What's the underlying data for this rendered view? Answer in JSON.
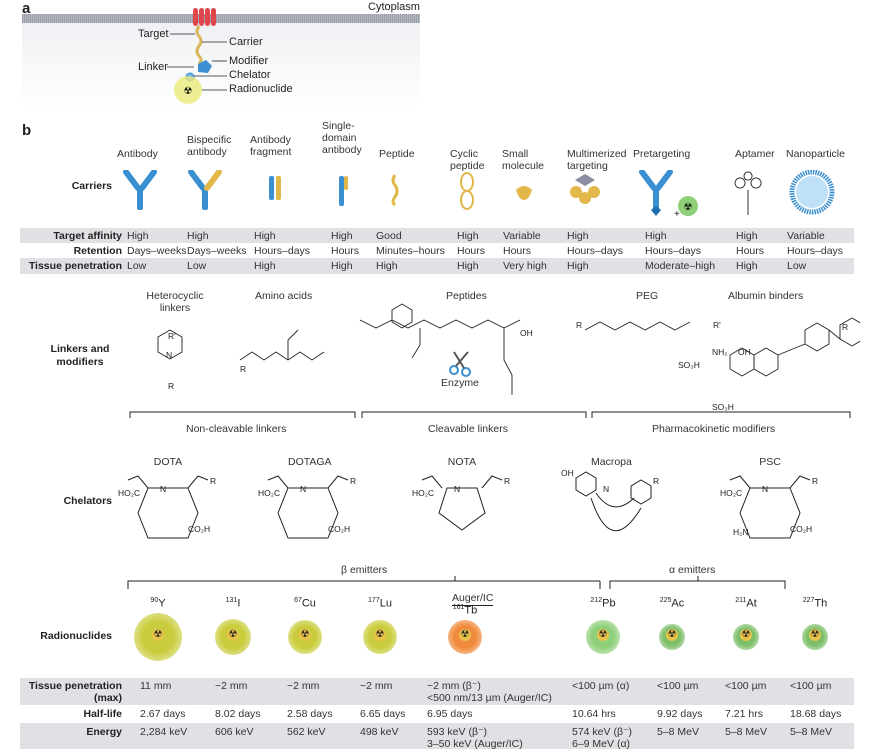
{
  "panel_a": {
    "label": "a",
    "cytoplasm": "Cytoplasm",
    "labels": [
      "Target",
      "Carrier",
      "Linker",
      "Modifier",
      "Chelator",
      "Radionuclide"
    ]
  },
  "panel_b": {
    "label": "b",
    "carriers": {
      "row_label": "Carriers",
      "items": [
        {
          "name": "Antibody",
          "affinity": "High",
          "retention": "Days–weeks",
          "penetration": "Low"
        },
        {
          "name": "Bispecific antibody",
          "affinity": "High",
          "retention": "Days–weeks",
          "penetration": "Low"
        },
        {
          "name": "Antibody fragment",
          "affinity": "High",
          "retention": "Hours–days",
          "penetration": "High"
        },
        {
          "name": "Single-domain antibody",
          "affinity": "High",
          "retention": "Hours",
          "penetration": "High"
        },
        {
          "name": "Peptide",
          "affinity": "Good",
          "retention": "Minutes–hours",
          "penetration": "High"
        },
        {
          "name": "Cyclic peptide",
          "affinity": "High",
          "retention": "Hours",
          "penetration": "High"
        },
        {
          "name": "Small molecule",
          "affinity": "Variable",
          "retention": "Hours",
          "penetration": "Very high"
        },
        {
          "name": "Multimerized targeting",
          "affinity": "High",
          "retention": "Hours–days",
          "penetration": "High"
        },
        {
          "name": "Pretargeting",
          "affinity": "High",
          "retention": "Hours–days",
          "penetration": "Moderate–high"
        },
        {
          "name": "Aptamer",
          "affinity": "High",
          "retention": "Hours",
          "penetration": "High"
        },
        {
          "name": "Nanoparticle",
          "affinity": "Variable",
          "retention": "Hours–days",
          "penetration": "Low"
        }
      ],
      "table_rows": [
        "Target affinity",
        "Retention",
        "Tissue penetration"
      ],
      "plus": "+"
    },
    "linkers": {
      "row_label": "Linkers and modifiers",
      "groups": [
        "Heterocyclic linkers",
        "Amino acids",
        "Peptides",
        "PEG",
        "Albumin binders"
      ],
      "enzyme": "Enzyme",
      "brackets": [
        "Non-cleavable linkers",
        "Cleavable linkers",
        "Pharmacokinetic  modifiers"
      ],
      "atoms": {
        "r": "R",
        "r1": "R'",
        "n": "N",
        "h": "H",
        "o": "O",
        "oh": "OH",
        "nh2": "NH₂",
        "so3h": "SO₃H",
        "n_eq": "N"
      }
    },
    "chelators": {
      "row_label": "Chelators",
      "items": [
        "DOTA",
        "DOTAGA",
        "NOTA",
        "Macropa",
        "PSC"
      ],
      "atoms": {
        "ho2c": "HO₂C",
        "co2h": "CO₂H",
        "n": "N",
        "r": "R",
        "h": "H",
        "o": "O",
        "oh": "OH",
        "h2n": "H₂N"
      }
    },
    "radionuclides": {
      "row_label": "Radionuclides",
      "groups": [
        "β emitters",
        "α emitters"
      ],
      "auger_label": "Auger/IC",
      "table_rows": [
        "Tissue penetration (max)",
        "Half-life",
        "Energy"
      ],
      "items": [
        {
          "mass": "90",
          "symbol": "Y",
          "penetration": "11 mm",
          "half_life": "2.67 days",
          "energy": "2,284 keV",
          "color": "#c9cc3c"
        },
        {
          "mass": "131",
          "symbol": "I",
          "penetration": "~2 mm",
          "half_life": "8.02 days",
          "energy": "606 keV",
          "color": "#c9cc3c"
        },
        {
          "mass": "67",
          "symbol": "Cu",
          "penetration": "~2 mm",
          "half_life": "2.58 days",
          "energy": "562 keV",
          "color": "#c9cc3c"
        },
        {
          "mass": "177",
          "symbol": "Lu",
          "penetration": "~2 mm",
          "half_life": "6.65 days",
          "energy": "498 keV",
          "color": "#c9cc3c"
        },
        {
          "mass": "161",
          "symbol": "Tb",
          "penetration": "~2 mm (β⁻)",
          "penetration2": "<500 nm/13 µm (Auger/IC)",
          "half_life": "6.95 days",
          "energy": "593 keV (β⁻)",
          "energy2": "3–50 keV (Auger/IC)",
          "color": "#f08a3c"
        },
        {
          "mass": "212",
          "symbol": "Pb",
          "penetration": "<100 µm (α)",
          "half_life": "10.64 hrs",
          "energy": "574 keV (β⁻)",
          "energy2": "6–9 MeV (α)",
          "color": "#8fcf7a"
        },
        {
          "mass": "225",
          "symbol": "Ac",
          "penetration": "<100 µm",
          "half_life": "9.92 days",
          "energy": "5–8 MeV",
          "color": "#7fbf6a"
        },
        {
          "mass": "211",
          "symbol": "At",
          "penetration": "<100 µm",
          "half_life": "7.21 hrs",
          "energy": "5–8 MeV",
          "color": "#7fbf6a"
        },
        {
          "mass": "227",
          "symbol": "Th",
          "penetration": "<100 µm",
          "half_life": "18.68 days",
          "energy": "5–8 MeV",
          "color": "#7fbf6a"
        }
      ]
    }
  },
  "colors": {
    "blue": "#3a8fd0",
    "gold": "#e3b84a",
    "red": "#e0474c",
    "band": "#dfe1e5"
  }
}
